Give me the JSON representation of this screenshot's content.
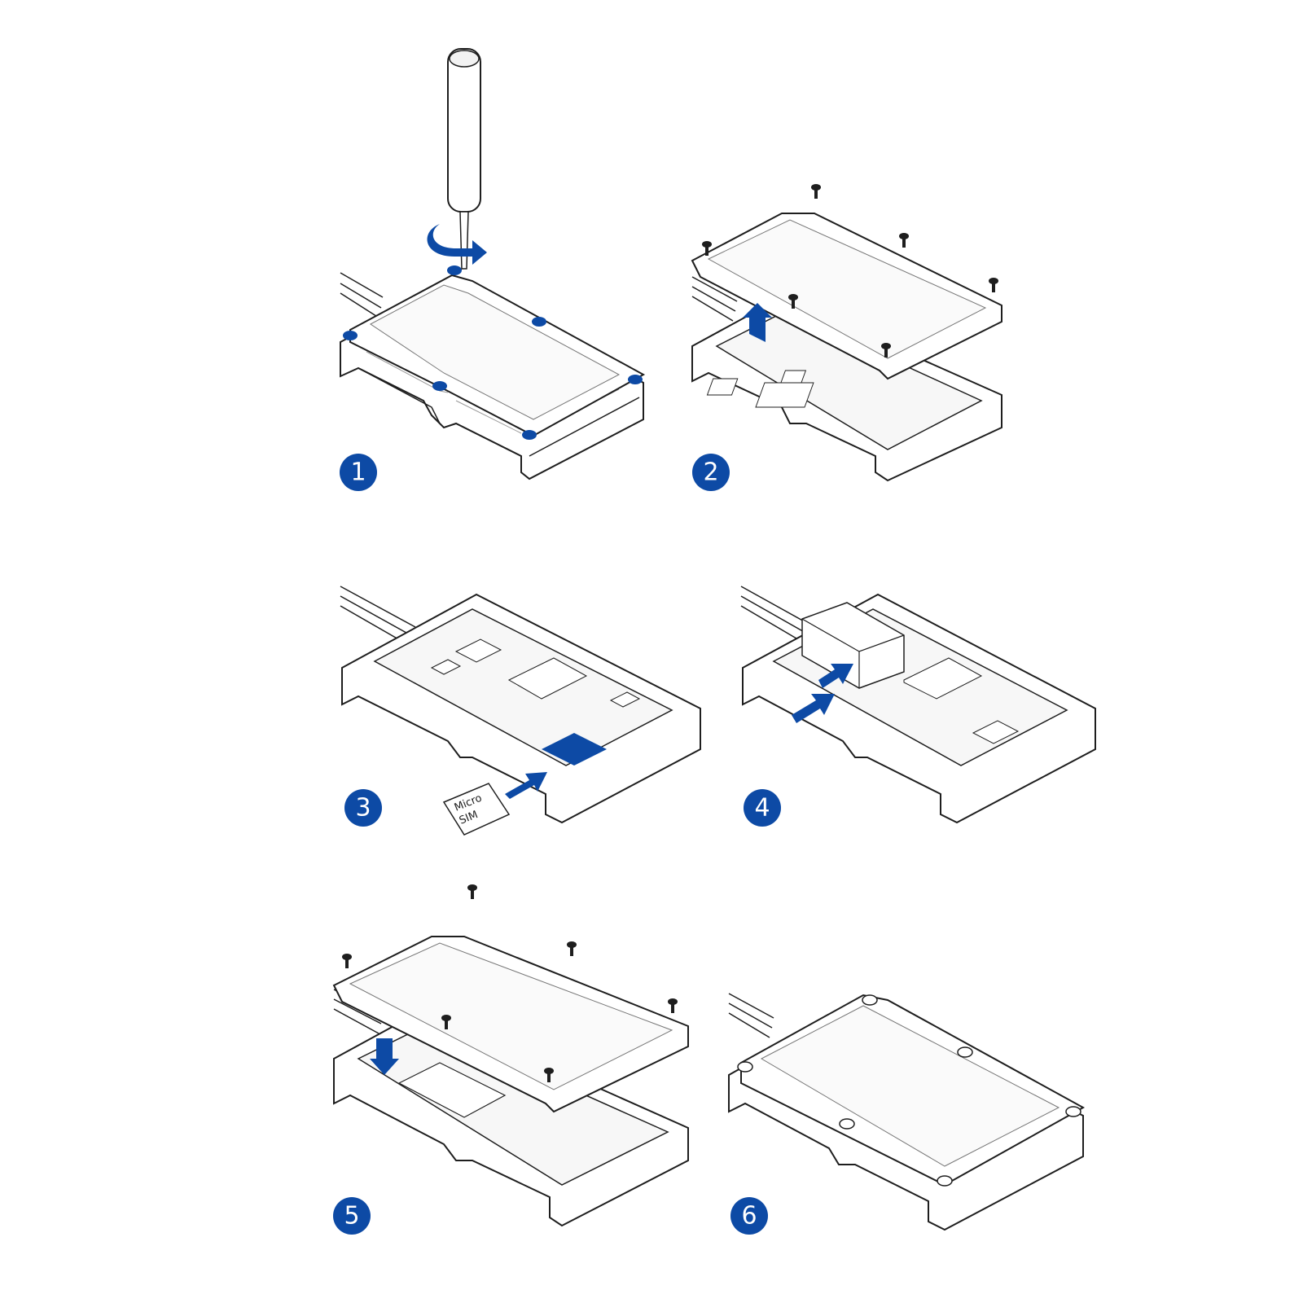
{
  "steps": [
    {
      "number": "1"
    },
    {
      "number": "2"
    },
    {
      "number": "3",
      "card_text": [
        "Micro",
        "SIM"
      ]
    },
    {
      "number": "4"
    },
    {
      "number": "5"
    },
    {
      "number": "6"
    }
  ],
  "colors": {
    "accent": "#0d4aa5",
    "line": "#1e1e1e",
    "fill": "#ffffff",
    "shade": "#f2f2f2"
  }
}
